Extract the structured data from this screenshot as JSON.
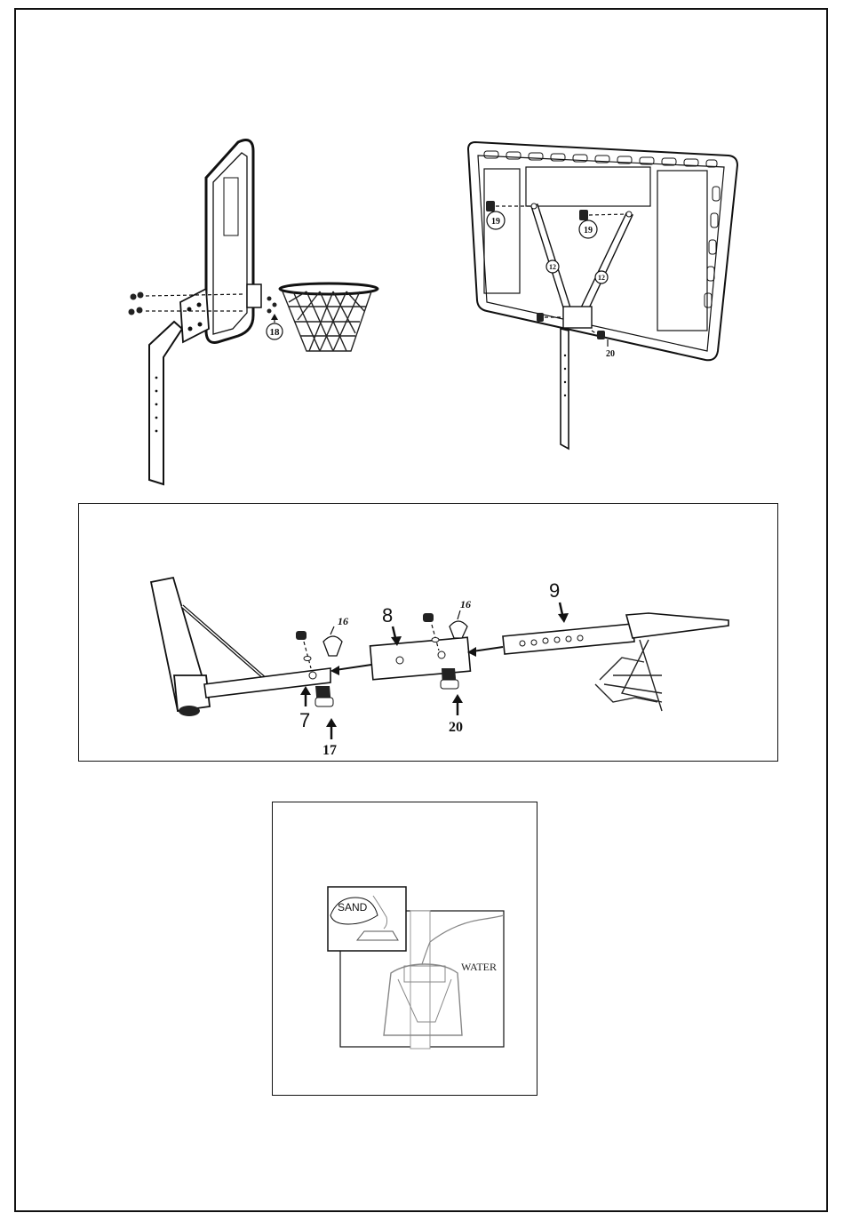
{
  "figure1": {
    "callout_18": "18"
  },
  "figure2": {
    "callout_19a": "19",
    "callout_19b": "19",
    "callout_12a": "12",
    "callout_12b": "12",
    "label_20": "20"
  },
  "figure3": {
    "label_16a": "16",
    "label_16b": "16",
    "label_8": "8",
    "label_9": "9",
    "label_7": "7",
    "label_17": "17",
    "label_20": "20"
  },
  "figure4": {
    "sand_label": "SAND",
    "water_label": "WATER"
  }
}
